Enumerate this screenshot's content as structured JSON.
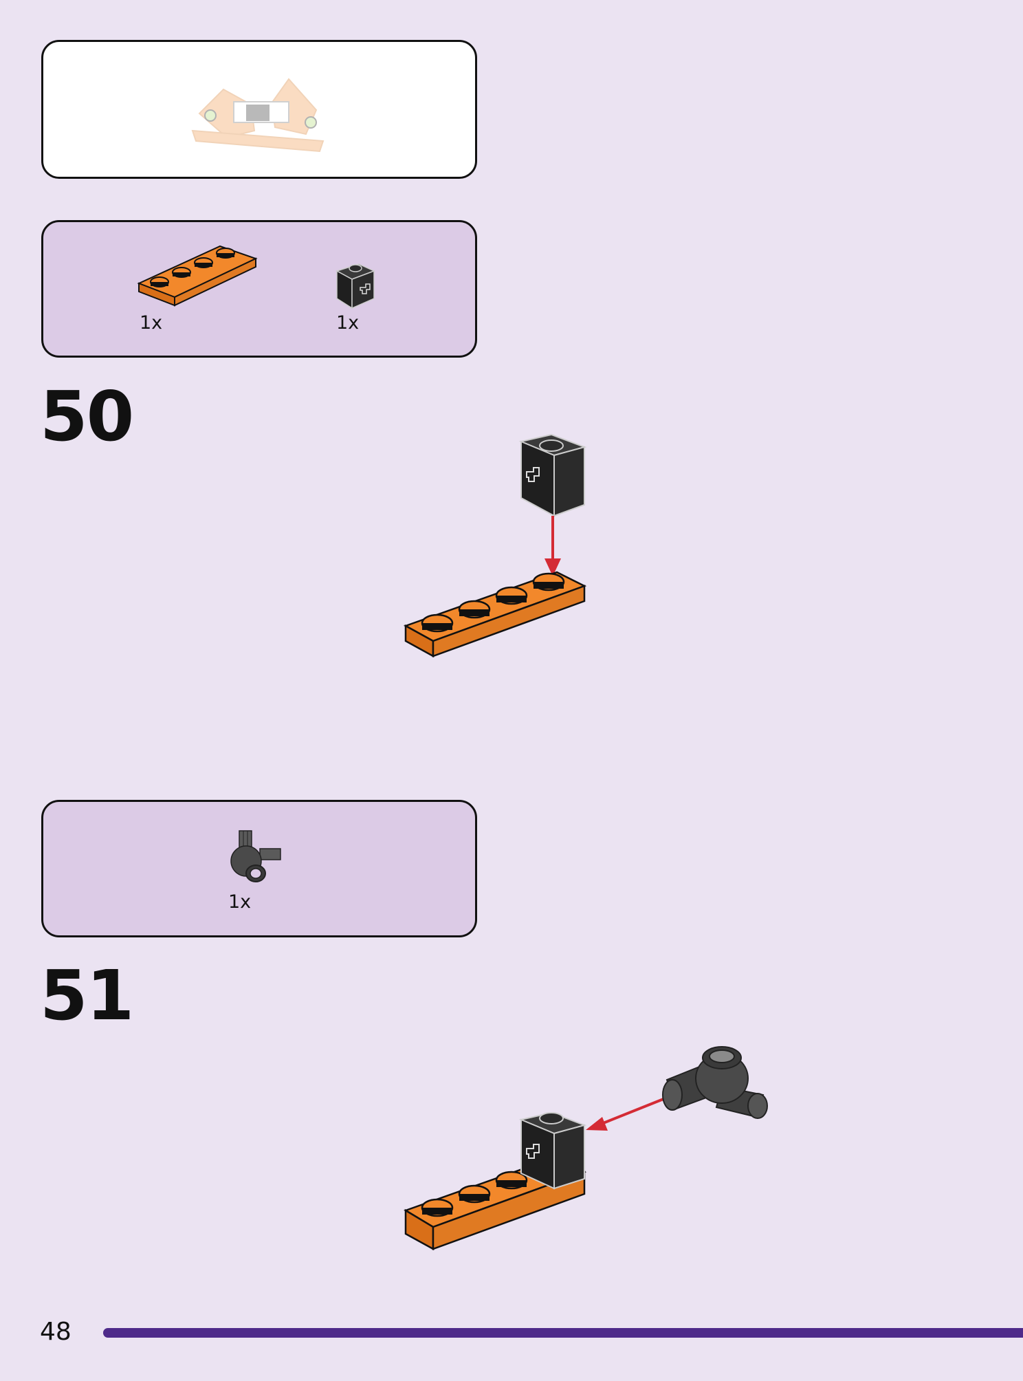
{
  "parts_lists": [
    {
      "items": [
        {
          "qty": "1x",
          "part": "orange-plate-1x4"
        },
        {
          "qty": "1x",
          "part": "black-brick-1x1-axle"
        }
      ]
    },
    {
      "items": [
        {
          "qty": "1x",
          "part": "dark-grey-axle-connector"
        }
      ]
    }
  ],
  "steps": [
    {
      "number": "50"
    },
    {
      "number": "51"
    }
  ],
  "footer": {
    "page_number": "48"
  },
  "colors": {
    "background": "#ebe3f2",
    "parts_box": "#dccbe6",
    "orange": "#f2882b",
    "black_part": "#2b2b2b",
    "grey_part": "#4a4a4a",
    "arrow": "#d42b35",
    "footer_bar": "#4e2a8a"
  }
}
